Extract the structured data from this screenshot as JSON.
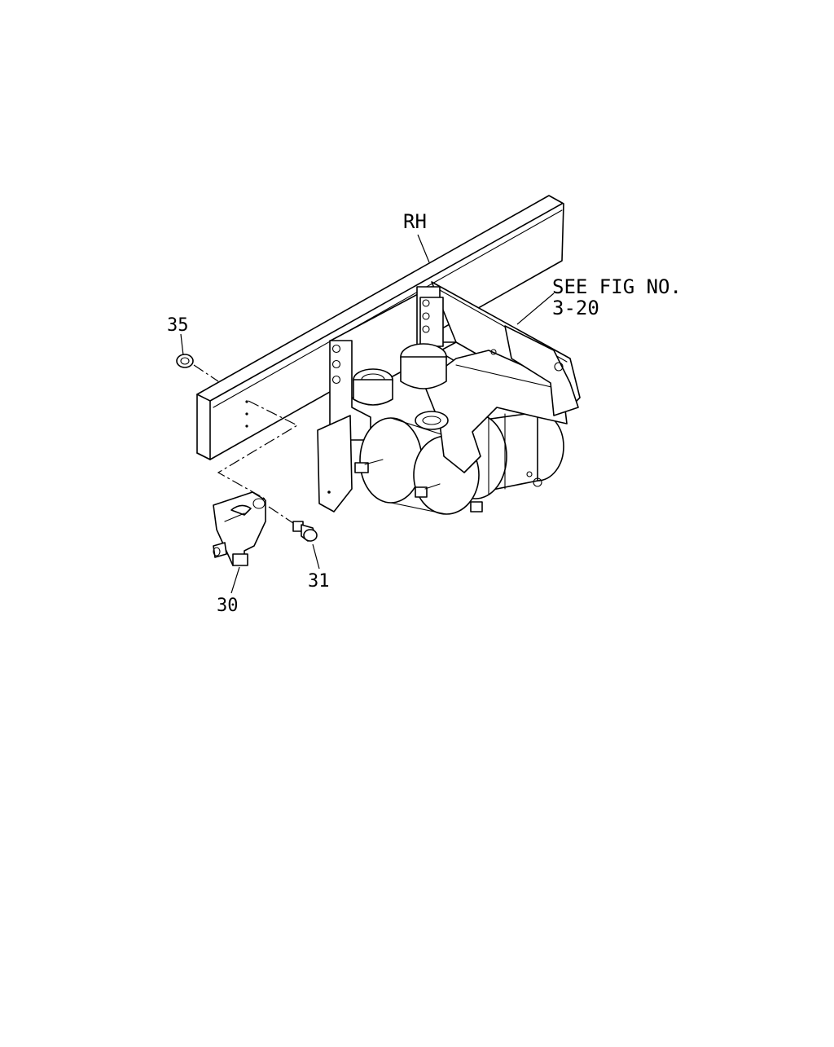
{
  "callouts": {
    "rh": "RH",
    "see_fig_line1": "SEE FIG NO.",
    "see_fig_line2": "3-20",
    "part_35": "35",
    "part_31": "31",
    "part_30": "30"
  }
}
